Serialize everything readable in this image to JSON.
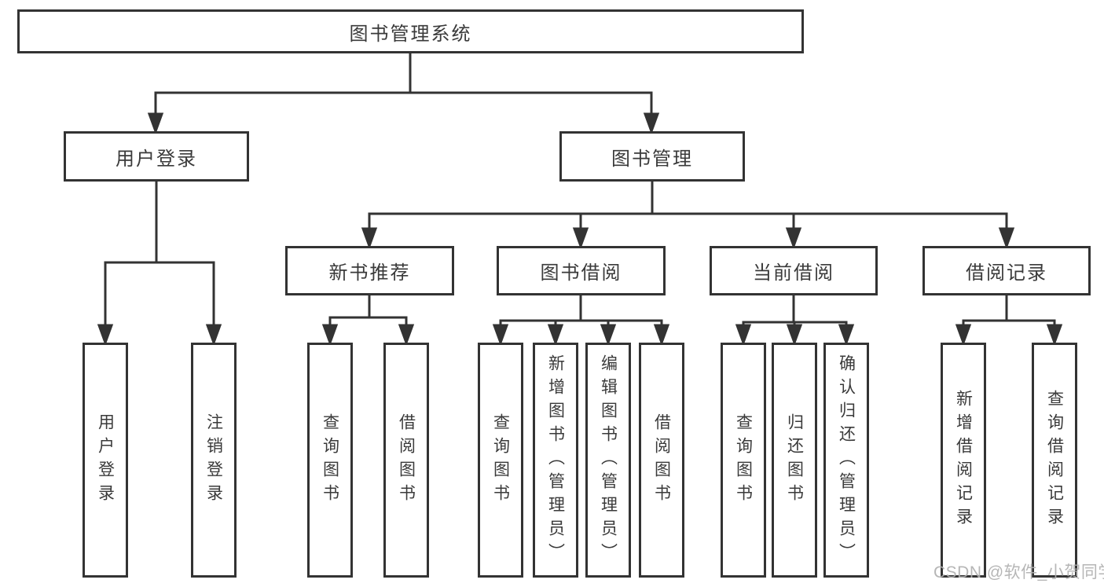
{
  "diagram_type": "hierarchy-tree",
  "tree": {
    "root": "图书管理系统",
    "children": [
      {
        "label": "用户登录",
        "children": [
          {
            "label": "用户登录"
          },
          {
            "label": "注销登录"
          }
        ]
      },
      {
        "label": "图书管理",
        "children": [
          {
            "label": "新书推荐",
            "children": [
              {
                "label": "查询图书"
              },
              {
                "label": "借阅图书"
              }
            ]
          },
          {
            "label": "图书借阅",
            "children": [
              {
                "label": "查询图书"
              },
              {
                "label": "新增图书（管理员）"
              },
              {
                "label": "编辑图书（管理员）"
              },
              {
                "label": "借阅图书"
              }
            ]
          },
          {
            "label": "当前借阅",
            "children": [
              {
                "label": "查询图书"
              },
              {
                "label": "归还图书"
              },
              {
                "label": "确认归还（管理员）"
              }
            ]
          },
          {
            "label": "借阅记录",
            "children": [
              {
                "label": "新增借阅记录"
              },
              {
                "label": "查询借阅记录"
              }
            ]
          }
        ]
      }
    ]
  },
  "watermark": {
    "text": "CSDN @软件_小贺同学"
  },
  "colors": {
    "background": "#ffffff",
    "box_border": "#333333",
    "connector_line": "#333333",
    "label_text": "#3a3a3a",
    "watermark_text": "#b0b0b0"
  }
}
